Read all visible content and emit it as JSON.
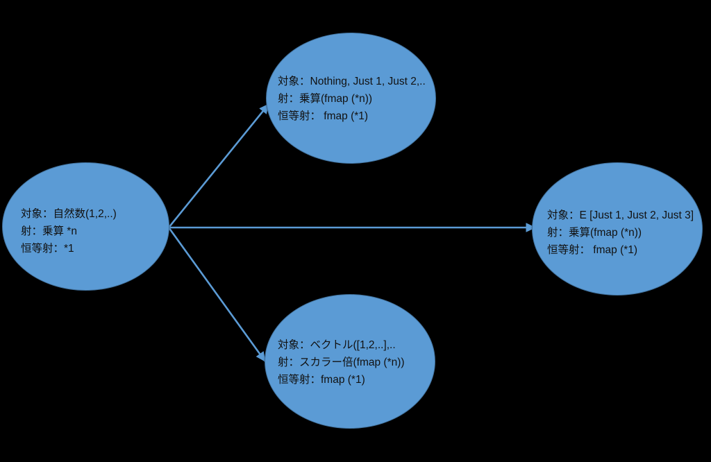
{
  "diagram": {
    "background_color": "#000000",
    "node_fill": "#5B9BD5",
    "node_border": "#41719C",
    "edge_color": "#5B9BD5",
    "text_color": "#111111",
    "nodes": [
      {
        "id": "natural",
        "name": "natural-numbers-category",
        "lines": [
          "対象：自然数(1,2,..)",
          "射：乗算 *n",
          "恒等射：*1"
        ]
      },
      {
        "id": "maybe",
        "name": "maybe-functor-category",
        "lines": [
          "対象：Nothing, Just 1, Just 2,..",
          "射：乗算(fmap (*n))",
          "恒等射： fmap (*1)"
        ]
      },
      {
        "id": "vector",
        "name": "vector-functor-category",
        "lines": [
          "対象：ベクトル([1,2,..],..",
          "射：スカラー倍(fmap (*n))",
          "恒等射：fmap (*1)"
        ]
      },
      {
        "id": "e",
        "name": "e-functor-category",
        "lines": [
          "対象：E [Just 1, Just 2, Just 3]",
          "射：乗算(fmap (*n))",
          "恒等射： fmap (*1)"
        ]
      }
    ],
    "edges": [
      {
        "id": "edge-natural-to-maybe",
        "from": "natural",
        "to": "maybe",
        "label": ""
      },
      {
        "id": "edge-natural-to-e",
        "from": "natural",
        "to": "e",
        "label": ""
      },
      {
        "id": "edge-natural-to-vector",
        "from": "natural",
        "to": "vector",
        "label": ""
      }
    ]
  }
}
